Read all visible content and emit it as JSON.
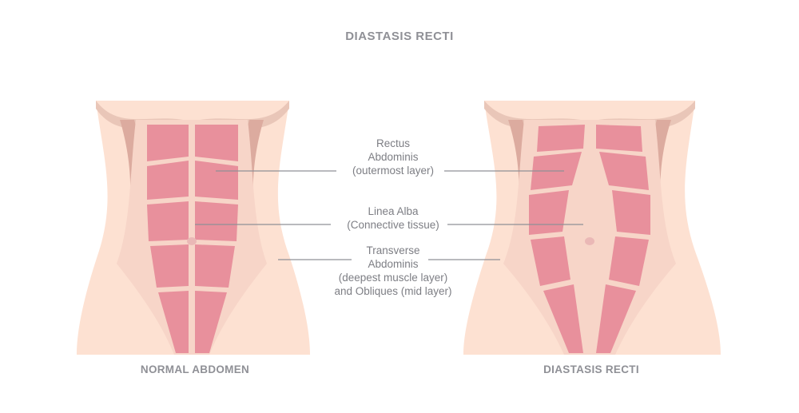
{
  "title": "DIASTASIS RECTI",
  "captions": {
    "left": "NORMAL ABDOMEN",
    "right": "DIASTASIS RECTI"
  },
  "labels": {
    "rectus": [
      "Rectus",
      "Abdominis",
      "(outermost layer)"
    ],
    "linea": [
      "Linea Alba",
      "(Connective tissue)"
    ],
    "transverse": [
      "Transverse",
      "Abdominis",
      "(deepest muscle layer)",
      "and Obliques (mid layer)"
    ]
  },
  "colors": {
    "skin": "#fde1d2",
    "fascia": "#f7d5c8",
    "oblique": "#dcab9f",
    "muscle": "#e8909c",
    "muscle_gap": "#f6d3cb",
    "line": "#8f9096",
    "text": "#7d7e84"
  }
}
